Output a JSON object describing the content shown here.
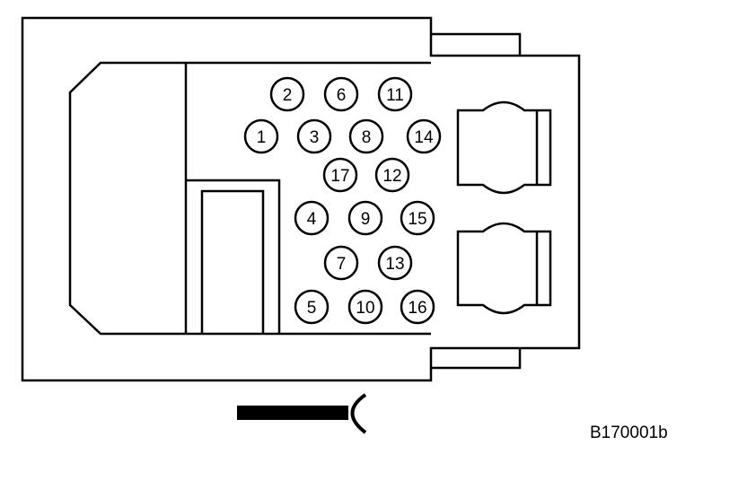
{
  "diagram": {
    "figure_id": "B170001b",
    "pins": [
      {
        "label": "1"
      },
      {
        "label": "2"
      },
      {
        "label": "3"
      },
      {
        "label": "4"
      },
      {
        "label": "5"
      },
      {
        "label": "6"
      },
      {
        "label": "7"
      },
      {
        "label": "8"
      },
      {
        "label": "9"
      },
      {
        "label": "10"
      },
      {
        "label": "11"
      },
      {
        "label": "12"
      },
      {
        "label": "13"
      },
      {
        "label": "14"
      },
      {
        "label": "15"
      },
      {
        "label": "16"
      },
      {
        "label": "17"
      }
    ],
    "colors": {
      "line": "#000000",
      "background": "#ffffff"
    }
  }
}
